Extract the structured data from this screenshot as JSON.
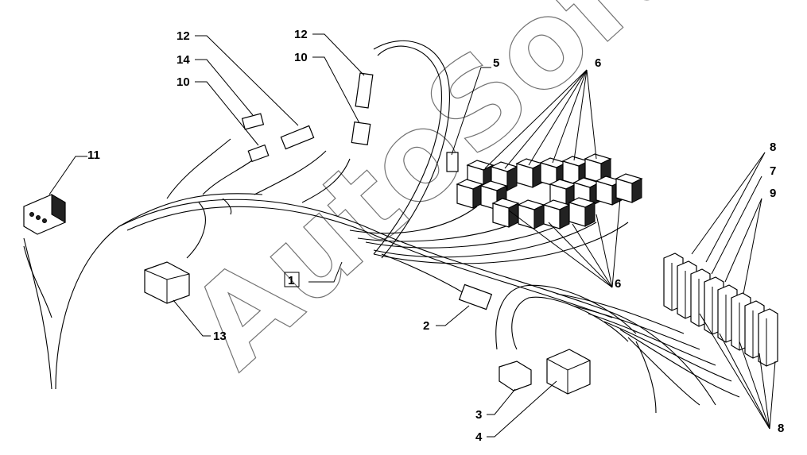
{
  "watermark": "AutoSoft",
  "labels": [
    {
      "id": "l12a",
      "text": "12"
    },
    {
      "id": "l14",
      "text": "14"
    },
    {
      "id": "l10a",
      "text": "10"
    },
    {
      "id": "l12b",
      "text": "12"
    },
    {
      "id": "l10b",
      "text": "10"
    },
    {
      "id": "l5",
      "text": "5"
    },
    {
      "id": "l6a",
      "text": "6"
    },
    {
      "id": "l11",
      "text": "11"
    },
    {
      "id": "l8a",
      "text": "8"
    },
    {
      "id": "l7",
      "text": "7"
    },
    {
      "id": "l9",
      "text": "9"
    },
    {
      "id": "l1",
      "text": "1"
    },
    {
      "id": "l6b",
      "text": "6"
    },
    {
      "id": "l2",
      "text": "2"
    },
    {
      "id": "l13",
      "text": "13"
    },
    {
      "id": "l3",
      "text": "3"
    },
    {
      "id": "l4",
      "text": "4"
    },
    {
      "id": "l8b",
      "text": "8"
    }
  ]
}
